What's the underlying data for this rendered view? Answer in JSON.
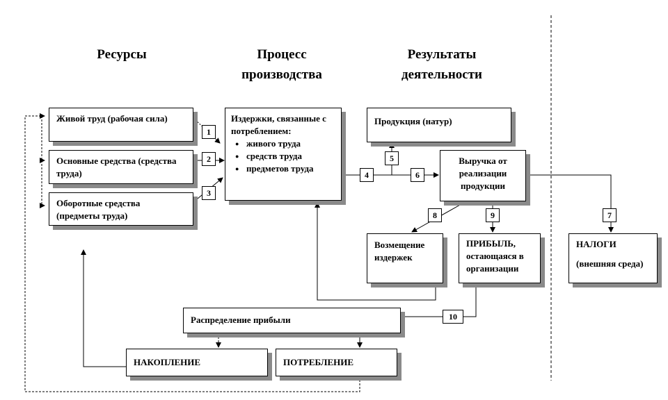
{
  "headers": {
    "resources": "Ресурсы",
    "process": "Процесс производства",
    "results": "Результаты деятельности"
  },
  "resources": {
    "labor": "Живой труд (рабочая сила)",
    "fixed_assets": "Основные средства (средства труда)",
    "working_capital": "Оборотные средства (предметы труда)"
  },
  "process": {
    "title": "Издержки, связанные с потреблением:",
    "items": [
      "живого труда",
      "средств труда",
      "предметов труда"
    ]
  },
  "results": {
    "product": "Продукция (натур)",
    "revenue": "Выручка от реализации продукции",
    "cost_recovery": "Возмещение издержек",
    "profit": "ПРИБЫЛЬ, остающаяся в организации",
    "taxes": "НАЛОГИ",
    "taxes_note": "(внешняя среда)"
  },
  "distribution": {
    "label": "Распределение прибыли",
    "accumulation": "НАКОПЛЕНИЕ",
    "consumption": "ПОТРЕБЛЕНИЕ"
  },
  "numbers": [
    "1",
    "2",
    "3",
    "4",
    "5",
    "6",
    "7",
    "8",
    "9",
    "10"
  ]
}
